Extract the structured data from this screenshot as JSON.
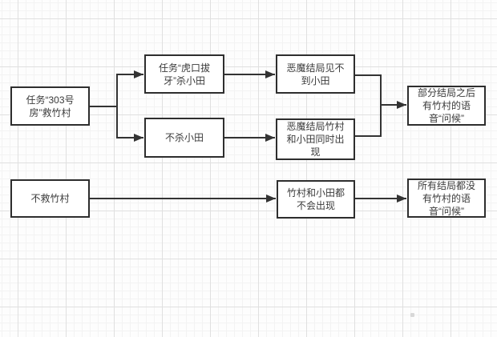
{
  "style": {
    "canvas_bg": "#fdfdfd",
    "grid_major_color": "#e0e0e0",
    "grid_minor_color": "#f3f3f3",
    "box_border_color": "#2e2e2e",
    "box_fill": "#ffffff",
    "text_color": "#3a3a3a",
    "arrow_color": "#333333"
  },
  "diagram": {
    "nodes": [
      {
        "id": "quest-303-save-takemura",
        "label": "任务“303号\n房”救竹村"
      },
      {
        "id": "quest-tiger-kill-oda",
        "label": "任务“虎口拔\n牙”杀小田"
      },
      {
        "id": "no-kill-oda",
        "label": "不杀小田"
      },
      {
        "id": "devil-ending-no-oda",
        "label": "恶魔结局见不\n到小田"
      },
      {
        "id": "devil-ending-both-appear",
        "label": "恶魔结局竹村\n和小田同时出\n现"
      },
      {
        "id": "some-endings-voice-greeting",
        "label": "部分结局之后\n有竹村的语\n音“问候”"
      },
      {
        "id": "no-save-takemura",
        "label": "不救竹村"
      },
      {
        "id": "neither-appears",
        "label": "竹村和小田都\n不会出现"
      },
      {
        "id": "all-endings-no-voice",
        "label": "所有结局都没\n有竹村的语\n音“问候”"
      }
    ],
    "edges": [
      {
        "from": "quest-303-save-takemura",
        "to": "quest-tiger-kill-oda"
      },
      {
        "from": "quest-303-save-takemura",
        "to": "no-kill-oda"
      },
      {
        "from": "quest-tiger-kill-oda",
        "to": "devil-ending-no-oda"
      },
      {
        "from": "no-kill-oda",
        "to": "devil-ending-both-appear"
      },
      {
        "from": "devil-ending-no-oda",
        "to": "some-endings-voice-greeting"
      },
      {
        "from": "devil-ending-both-appear",
        "to": "some-endings-voice-greeting"
      },
      {
        "from": "no-save-takemura",
        "to": "neither-appears"
      },
      {
        "from": "neither-appears",
        "to": "all-endings-no-voice"
      }
    ]
  }
}
